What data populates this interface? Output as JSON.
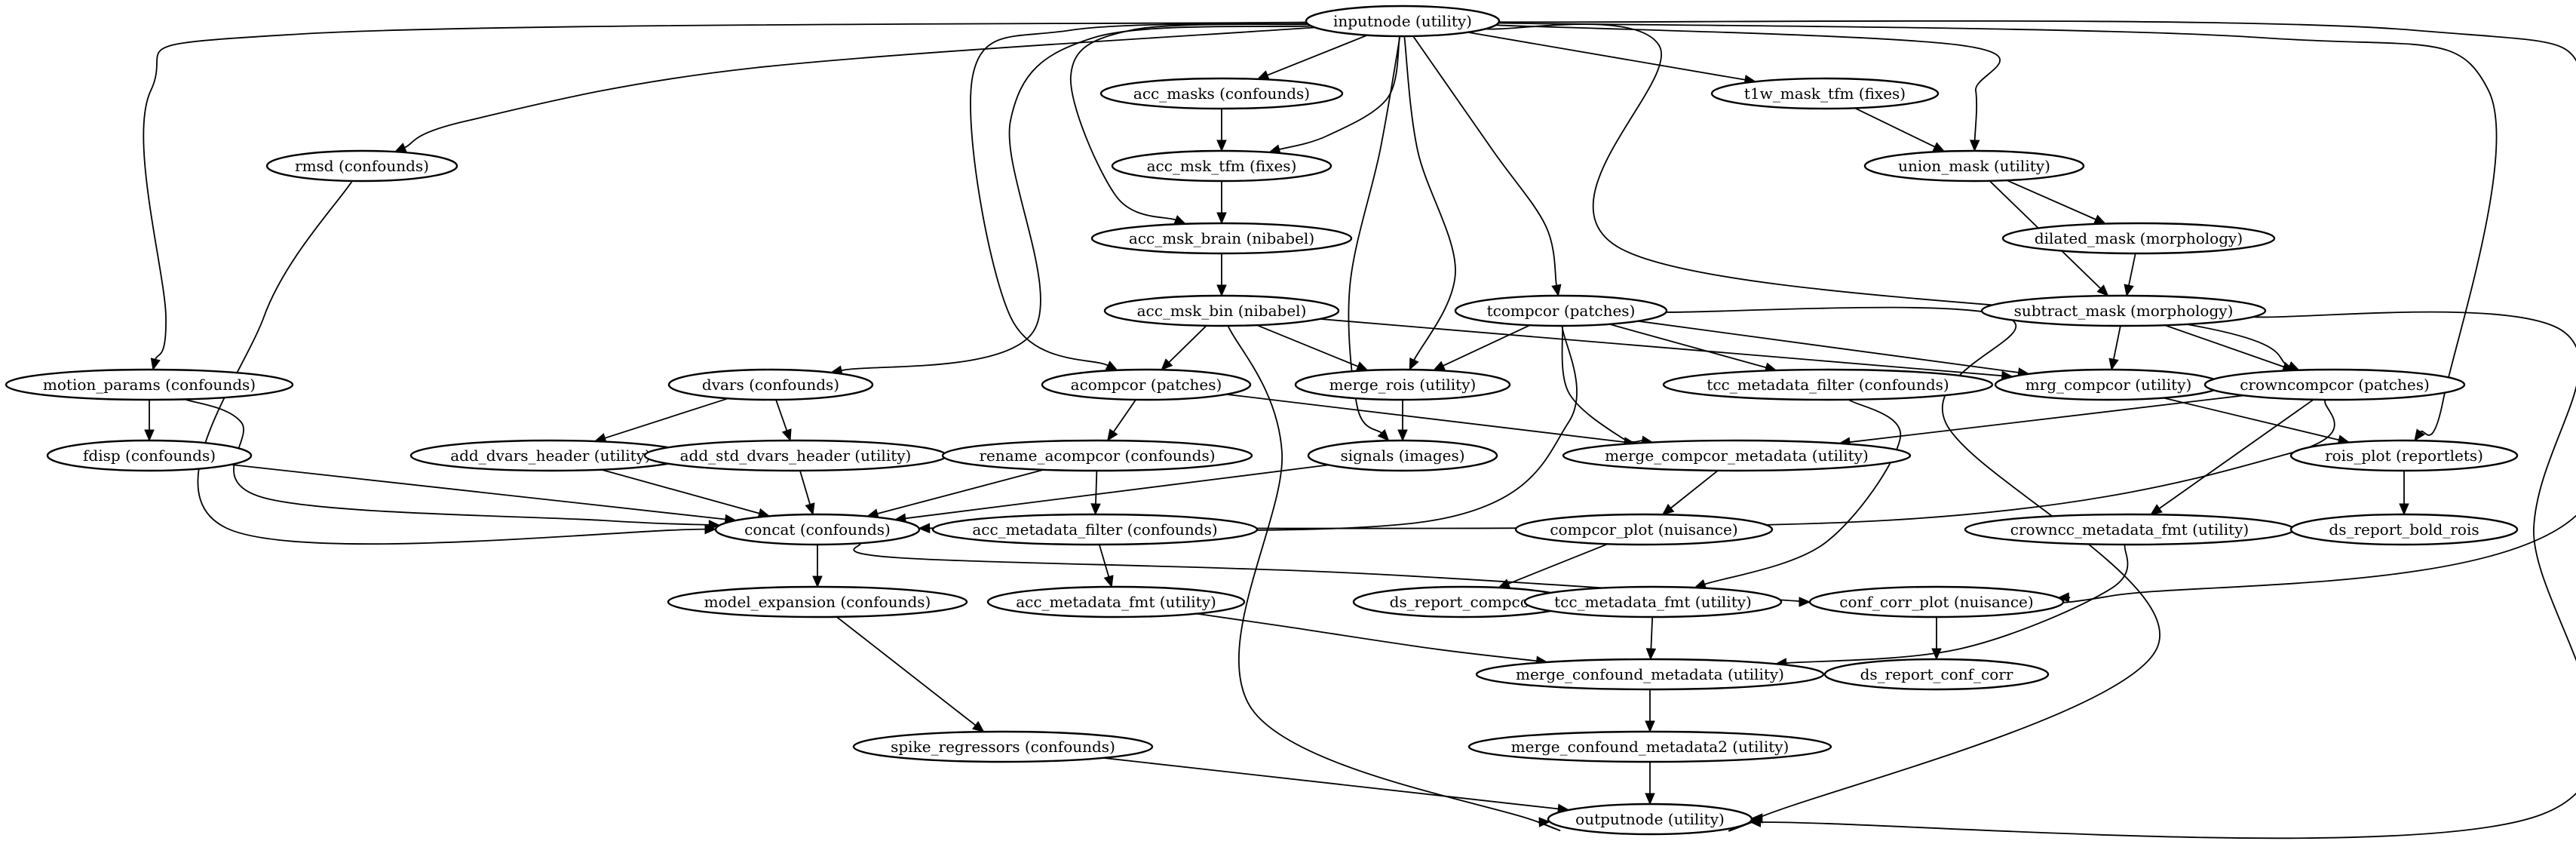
{
  "graph": {
    "nodes": [
      {
        "id": "inputnode",
        "label": "inputnode (utility)"
      },
      {
        "id": "acc_masks",
        "label": "acc_masks (confounds)"
      },
      {
        "id": "t1w_mask_tfm",
        "label": "t1w_mask_tfm (fixes)"
      },
      {
        "id": "rmsd",
        "label": "rmsd (confounds)"
      },
      {
        "id": "acc_msk_tfm",
        "label": "acc_msk_tfm (fixes)"
      },
      {
        "id": "union_mask",
        "label": "union_mask (utility)"
      },
      {
        "id": "acc_msk_brain",
        "label": "acc_msk_brain (nibabel)"
      },
      {
        "id": "dilated_mask",
        "label": "dilated_mask (morphology)"
      },
      {
        "id": "acc_msk_bin",
        "label": "acc_msk_bin (nibabel)"
      },
      {
        "id": "tcompcor",
        "label": "tcompcor (patches)"
      },
      {
        "id": "subtract_mask",
        "label": "subtract_mask (morphology)"
      },
      {
        "id": "motion_params",
        "label": "motion_params (confounds)"
      },
      {
        "id": "dvars",
        "label": "dvars (confounds)"
      },
      {
        "id": "acompcor",
        "label": "acompcor (patches)"
      },
      {
        "id": "merge_rois",
        "label": "merge_rois (utility)"
      },
      {
        "id": "tcc_metadata_filter",
        "label": "tcc_metadata_filter (confounds)"
      },
      {
        "id": "mrg_compcor",
        "label": "mrg_compcor (utility)"
      },
      {
        "id": "crowncompcor",
        "label": "crowncompcor (patches)"
      },
      {
        "id": "fdisp",
        "label": "fdisp (confounds)"
      },
      {
        "id": "add_dvars_header",
        "label": "add_dvars_header (utility)"
      },
      {
        "id": "add_std_dvars_header",
        "label": "add_std_dvars_header (utility)"
      },
      {
        "id": "rename_acompcor",
        "label": "rename_acompcor (confounds)"
      },
      {
        "id": "signals",
        "label": "signals (images)"
      },
      {
        "id": "merge_compcor_metadata",
        "label": "merge_compcor_metadata (utility)"
      },
      {
        "id": "rois_plot",
        "label": "rois_plot (reportlets)"
      },
      {
        "id": "concat",
        "label": "concat (confounds)"
      },
      {
        "id": "acc_metadata_filter",
        "label": "acc_metadata_filter (confounds)"
      },
      {
        "id": "compcor_plot",
        "label": "compcor_plot (nuisance)"
      },
      {
        "id": "crowncc_metadata_fmt",
        "label": "crowncc_metadata_fmt (utility)"
      },
      {
        "id": "ds_report_bold_rois",
        "label": "ds_report_bold_rois"
      },
      {
        "id": "model_expansion",
        "label": "model_expansion (confounds)"
      },
      {
        "id": "acc_metadata_fmt",
        "label": "acc_metadata_fmt (utility)"
      },
      {
        "id": "ds_report_compcor",
        "label": "ds_report_compcor"
      },
      {
        "id": "tcc_metadata_fmt",
        "label": "tcc_metadata_fmt (utility)"
      },
      {
        "id": "conf_corr_plot",
        "label": "conf_corr_plot (nuisance)"
      },
      {
        "id": "merge_confound_metadata",
        "label": "merge_confound_metadata (utility)"
      },
      {
        "id": "ds_report_conf_corr",
        "label": "ds_report_conf_corr"
      },
      {
        "id": "spike_regressors",
        "label": "spike_regressors (confounds)"
      },
      {
        "id": "merge_confound_metadata2",
        "label": "merge_confound_metadata2 (utility)"
      },
      {
        "id": "outputnode",
        "label": "outputnode (utility)"
      }
    ],
    "edges": [
      {
        "from": "inputnode",
        "to": "acc_masks"
      },
      {
        "from": "inputnode",
        "to": "t1w_mask_tfm"
      },
      {
        "from": "inputnode",
        "to": "rmsd"
      },
      {
        "from": "inputnode",
        "to": "acc_msk_tfm"
      },
      {
        "from": "inputnode",
        "to": "union_mask"
      },
      {
        "from": "inputnode",
        "to": "acc_msk_brain"
      },
      {
        "from": "inputnode",
        "to": "tcompcor"
      },
      {
        "from": "inputnode",
        "to": "motion_params"
      },
      {
        "from": "inputnode",
        "to": "dvars"
      },
      {
        "from": "inputnode",
        "to": "acompcor"
      },
      {
        "from": "inputnode",
        "to": "merge_rois"
      },
      {
        "from": "inputnode",
        "to": "crowncompcor"
      },
      {
        "from": "inputnode",
        "to": "signals"
      },
      {
        "from": "inputnode",
        "to": "rois_plot"
      },
      {
        "from": "inputnode",
        "to": "conf_corr_plot"
      },
      {
        "from": "acc_masks",
        "to": "acc_msk_tfm"
      },
      {
        "from": "t1w_mask_tfm",
        "to": "union_mask"
      },
      {
        "from": "rmsd",
        "to": "concat"
      },
      {
        "from": "acc_msk_tfm",
        "to": "acc_msk_brain"
      },
      {
        "from": "union_mask",
        "to": "dilated_mask"
      },
      {
        "from": "union_mask",
        "to": "subtract_mask"
      },
      {
        "from": "acc_msk_brain",
        "to": "acc_msk_bin"
      },
      {
        "from": "dilated_mask",
        "to": "subtract_mask"
      },
      {
        "from": "acc_msk_bin",
        "to": "acompcor"
      },
      {
        "from": "acc_msk_bin",
        "to": "merge_rois"
      },
      {
        "from": "acc_msk_bin",
        "to": "mrg_compcor"
      },
      {
        "from": "acc_msk_bin",
        "to": "outputnode"
      },
      {
        "from": "tcompcor",
        "to": "merge_rois"
      },
      {
        "from": "tcompcor",
        "to": "tcc_metadata_filter"
      },
      {
        "from": "tcompcor",
        "to": "mrg_compcor"
      },
      {
        "from": "tcompcor",
        "to": "merge_compcor_metadata"
      },
      {
        "from": "tcompcor",
        "to": "concat"
      },
      {
        "from": "tcompcor",
        "to": "outputnode"
      },
      {
        "from": "subtract_mask",
        "to": "mrg_compcor"
      },
      {
        "from": "subtract_mask",
        "to": "crowncompcor"
      },
      {
        "from": "subtract_mask",
        "to": "outputnode"
      },
      {
        "from": "motion_params",
        "to": "fdisp"
      },
      {
        "from": "motion_params",
        "to": "concat"
      },
      {
        "from": "dvars",
        "to": "add_dvars_header"
      },
      {
        "from": "dvars",
        "to": "add_std_dvars_header"
      },
      {
        "from": "acompcor",
        "to": "rename_acompcor"
      },
      {
        "from": "acompcor",
        "to": "merge_compcor_metadata"
      },
      {
        "from": "merge_rois",
        "to": "signals"
      },
      {
        "from": "tcc_metadata_filter",
        "to": "tcc_metadata_fmt"
      },
      {
        "from": "mrg_compcor",
        "to": "rois_plot"
      },
      {
        "from": "crowncompcor",
        "to": "merge_compcor_metadata"
      },
      {
        "from": "crowncompcor",
        "to": "concat"
      },
      {
        "from": "crowncompcor",
        "to": "crowncc_metadata_fmt"
      },
      {
        "from": "fdisp",
        "to": "concat"
      },
      {
        "from": "add_dvars_header",
        "to": "concat"
      },
      {
        "from": "add_std_dvars_header",
        "to": "concat"
      },
      {
        "from": "rename_acompcor",
        "to": "concat"
      },
      {
        "from": "rename_acompcor",
        "to": "acc_metadata_filter"
      },
      {
        "from": "signals",
        "to": "concat"
      },
      {
        "from": "merge_compcor_metadata",
        "to": "compcor_plot"
      },
      {
        "from": "rois_plot",
        "to": "ds_report_bold_rois"
      },
      {
        "from": "concat",
        "to": "model_expansion"
      },
      {
        "from": "concat",
        "to": "conf_corr_plot"
      },
      {
        "from": "acc_metadata_filter",
        "to": "acc_metadata_fmt"
      },
      {
        "from": "compcor_plot",
        "to": "ds_report_compcor"
      },
      {
        "from": "crowncc_metadata_fmt",
        "to": "merge_confound_metadata"
      },
      {
        "from": "model_expansion",
        "to": "spike_regressors"
      },
      {
        "from": "acc_metadata_fmt",
        "to": "merge_confound_metadata"
      },
      {
        "from": "tcc_metadata_fmt",
        "to": "merge_confound_metadata"
      },
      {
        "from": "conf_corr_plot",
        "to": "ds_report_conf_corr"
      },
      {
        "from": "merge_confound_metadata",
        "to": "merge_confound_metadata2"
      },
      {
        "from": "spike_regressors",
        "to": "outputnode"
      },
      {
        "from": "merge_confound_metadata2",
        "to": "outputnode"
      }
    ]
  }
}
